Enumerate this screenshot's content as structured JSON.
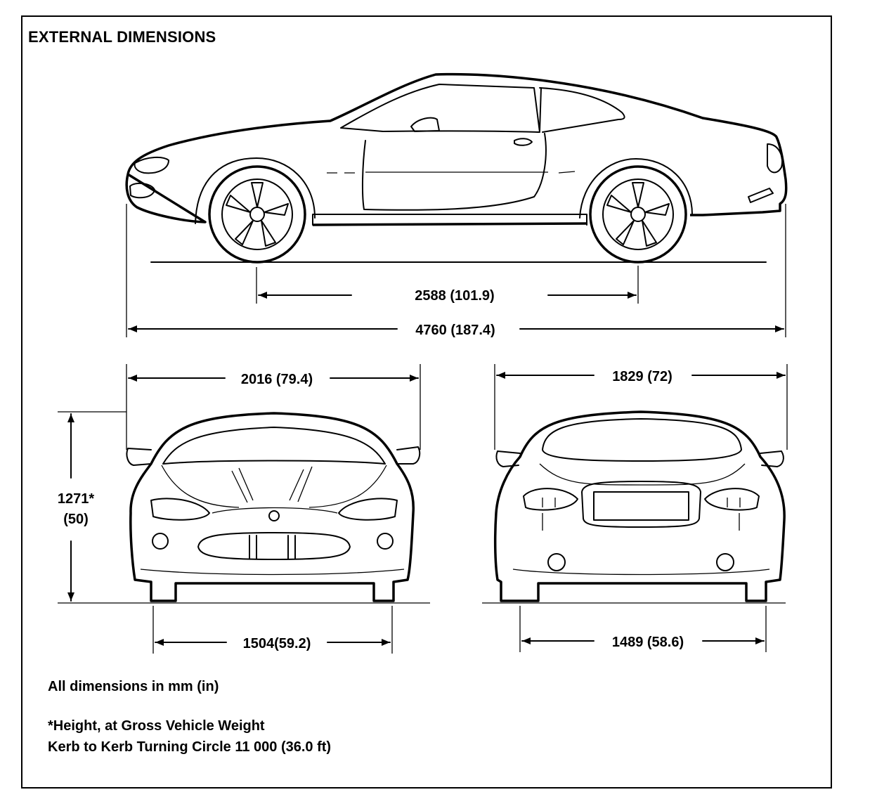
{
  "title": "EXTERNAL DIMENSIONS",
  "dimensions": {
    "wheelbase": "2588 (101.9)",
    "overall_length": "4760 (187.4)",
    "width_with_mirrors": "2016 (79.4)",
    "body_width": "1829 (72)",
    "height_line1": "1271*",
    "height_line2": "(50)",
    "front_track": "1504(59.2)",
    "rear_track": "1489 (58.6)"
  },
  "notes": {
    "units": "All dimensions in mm (in)",
    "height_note": "*Height, at Gross Vehicle Weight",
    "turning_circle": "Kerb to Kerb Turning Circle 11 000 (36.0 ft)"
  }
}
